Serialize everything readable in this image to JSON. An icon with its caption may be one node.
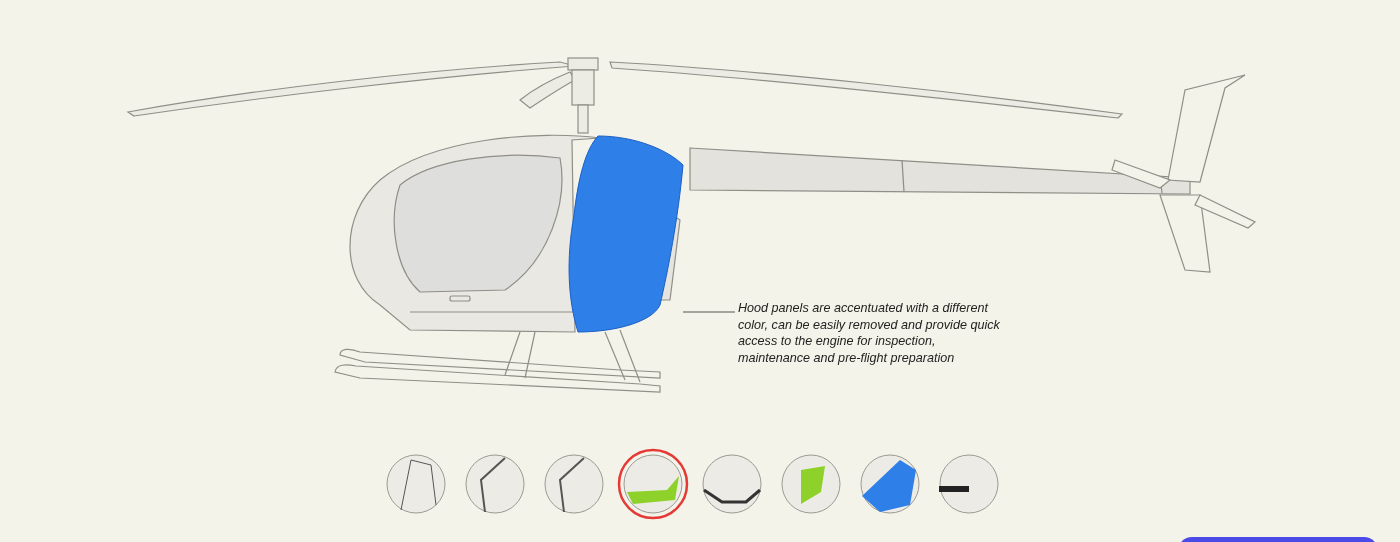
{
  "diagram": {
    "nodes": [
      {
        "text": [
          "Hood panels are accentuated with a different color, can be easily removed and provide quick access to the engine for inspection, maintenance and pre-flight preparation"
        ]
      },
      {
        "text": [],
        "shape": "picture"
      }
    ],
    "edges": [
      {
        "from": 0,
        "to": 1,
        "arrow": "none"
      }
    ]
  }
}
